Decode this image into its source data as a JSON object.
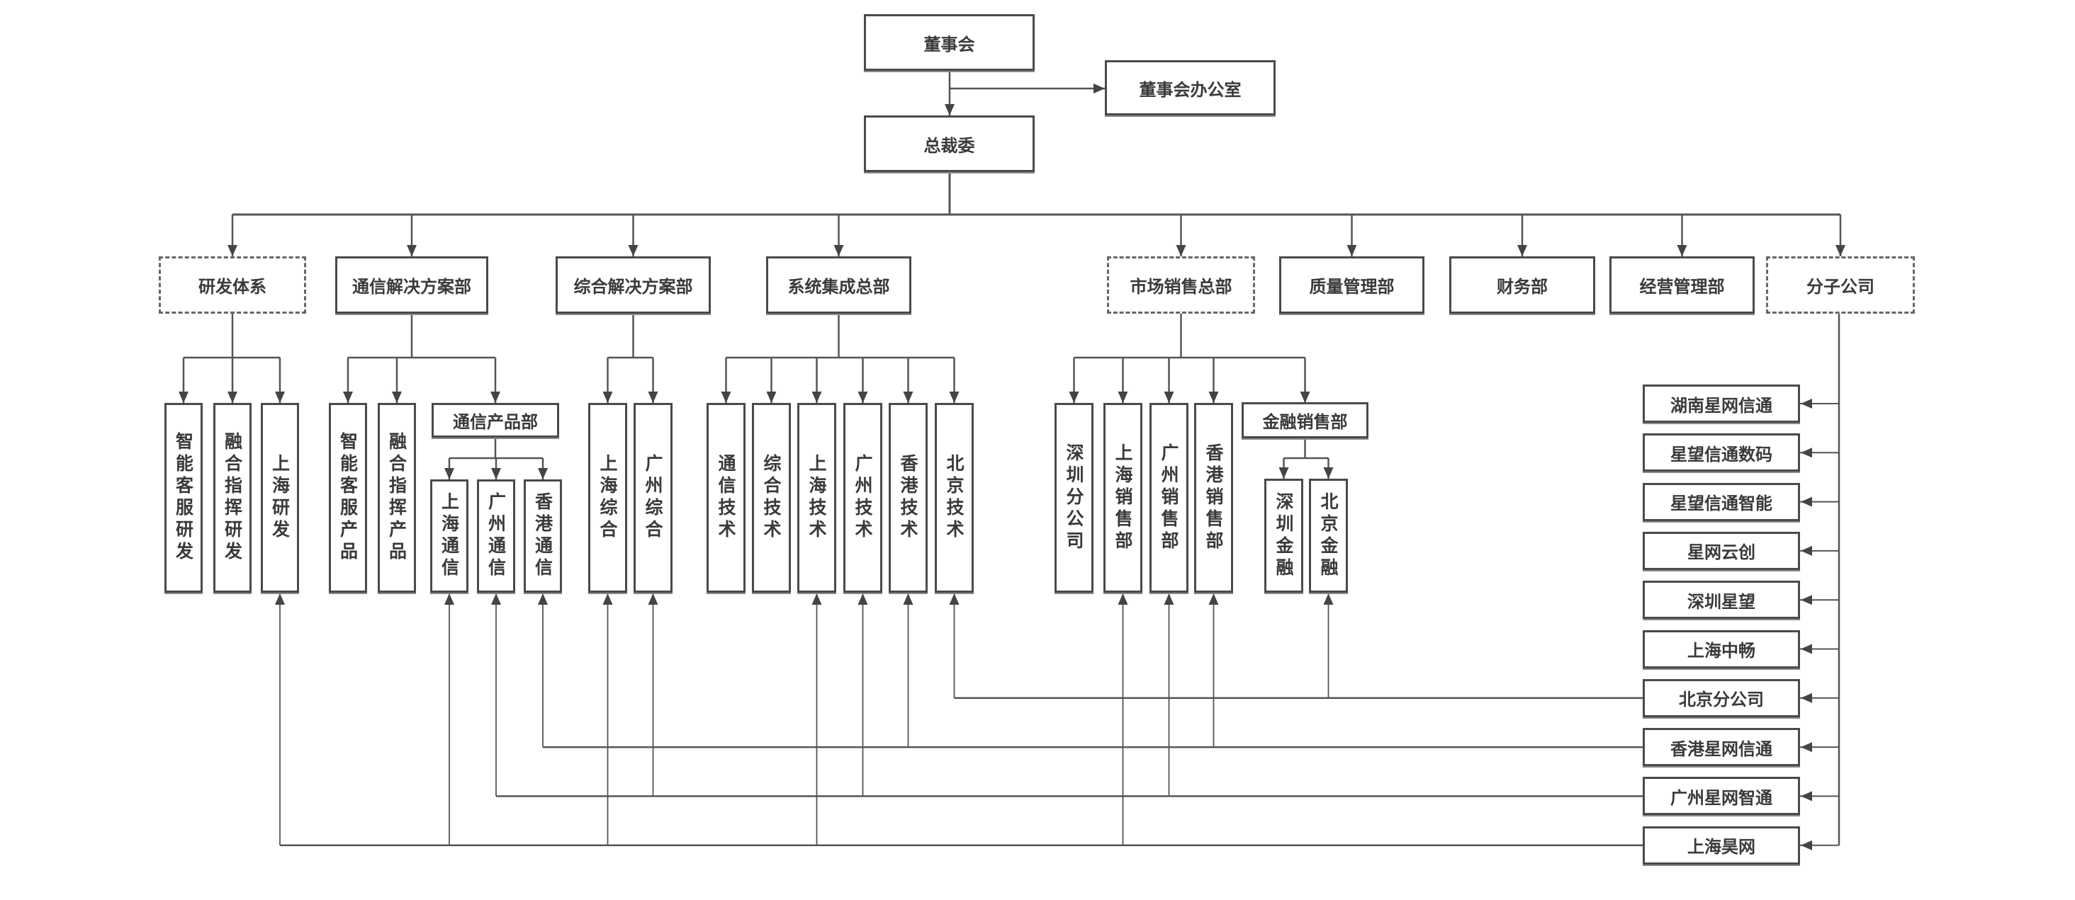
{
  "title": "组织架构图",
  "colors": {
    "line": "#555555",
    "border": "#4a4a4a",
    "text": "#3a3a3a",
    "background": "#ffffff"
  },
  "top": {
    "board": "董事会",
    "board_office": "董事会办公室",
    "president_committee": "总裁委"
  },
  "departments": [
    {
      "id": "rd",
      "label": "研发体系",
      "style": "dashed"
    },
    {
      "id": "comm",
      "label": "通信解决方案部",
      "style": "solid"
    },
    {
      "id": "integ",
      "label": "综合解决方案部",
      "style": "solid"
    },
    {
      "id": "sys",
      "label": "系统集成总部",
      "style": "solid"
    },
    {
      "id": "mkt",
      "label": "市场销售总部",
      "style": "dashed"
    },
    {
      "id": "qa",
      "label": "质量管理部",
      "style": "solid"
    },
    {
      "id": "fin",
      "label": "财务部",
      "style": "solid"
    },
    {
      "id": "ops",
      "label": "经营管理部",
      "style": "solid"
    },
    {
      "id": "subs",
      "label": "分子公司",
      "style": "dashed"
    }
  ],
  "units": {
    "rd": [
      "智能客服研发",
      "融合指挥研发",
      "上海研发"
    ],
    "comm": [
      "智能客服产品",
      "融合指挥产品"
    ],
    "comm_product": {
      "label": "通信产品部",
      "children": [
        "上海通信",
        "广州通信",
        "香港通信"
      ]
    },
    "integ": [
      "上海综合",
      "广州综合"
    ],
    "sys": [
      "通信技术",
      "综合技术",
      "上海技术",
      "广州技术",
      "香港技术",
      "北京技术"
    ],
    "mkt": [
      "深圳分公司",
      "上海销售部",
      "广州销售部",
      "香港销售部"
    ],
    "mkt_finance": {
      "label": "金融销售部",
      "children": [
        "深圳金融",
        "北京金融"
      ]
    }
  },
  "subsidiaries": [
    "湖南星网信通",
    "星望信通数码",
    "星望信通智能",
    "星网云创",
    "深圳星望",
    "上海中畅",
    "北京分公司",
    "香港星网信通",
    "广州星网智通",
    "上海昊网"
  ],
  "subsidiary_links": {
    "北京分公司": [
      "北京技术",
      "北京金融"
    ],
    "香港星网信通": [
      "香港通信",
      "香港技术",
      "香港销售部"
    ],
    "广州星网智通": [
      "广州通信",
      "广州综合",
      "广州技术",
      "广州销售部"
    ],
    "上海昊网": [
      "上海研发",
      "上海通信",
      "上海综合",
      "上海技术",
      "上海销售部"
    ]
  }
}
